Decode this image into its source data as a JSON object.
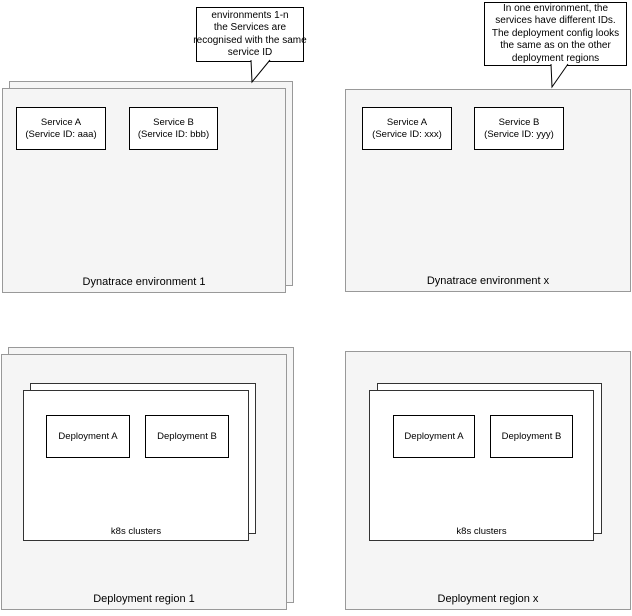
{
  "colors": {
    "canvas_background": "#ffffff",
    "container_fill": "#f5f5f5",
    "container_border": "#999999",
    "box_fill": "#ffffff",
    "box_border": "#000000",
    "cluster_border": "#333333",
    "text": "#000000"
  },
  "callouts": [
    {
      "lines": [
        "environments 1-n",
        "the Services are",
        "recognised with the same",
        "service ID"
      ]
    },
    {
      "lines": [
        "In one environment, the",
        "services have different IDs.",
        "The deployment config looks",
        "the same as on the other",
        "deployment regions"
      ]
    }
  ],
  "environments": [
    {
      "label": "Dynatrace environment 1",
      "services": [
        {
          "name": "Service A",
          "id_line": "(Service ID: aaa)"
        },
        {
          "name": "Service B",
          "id_line": "(Service ID: bbb)"
        }
      ]
    },
    {
      "label": "Dynatrace environment x",
      "services": [
        {
          "name": "Service A",
          "id_line": "(Service ID: xxx)"
        },
        {
          "name": "Service B",
          "id_line": "(Service ID: yyy)"
        }
      ]
    }
  ],
  "regions": [
    {
      "label": "Deployment region 1",
      "cluster_label": "k8s clusters",
      "deployments": [
        {
          "name": "Deployment A"
        },
        {
          "name": "Deployment B"
        }
      ]
    },
    {
      "label": "Deployment region x",
      "cluster_label": "k8s clusters",
      "deployments": [
        {
          "name": "Deployment A"
        },
        {
          "name": "Deployment B"
        }
      ]
    }
  ]
}
